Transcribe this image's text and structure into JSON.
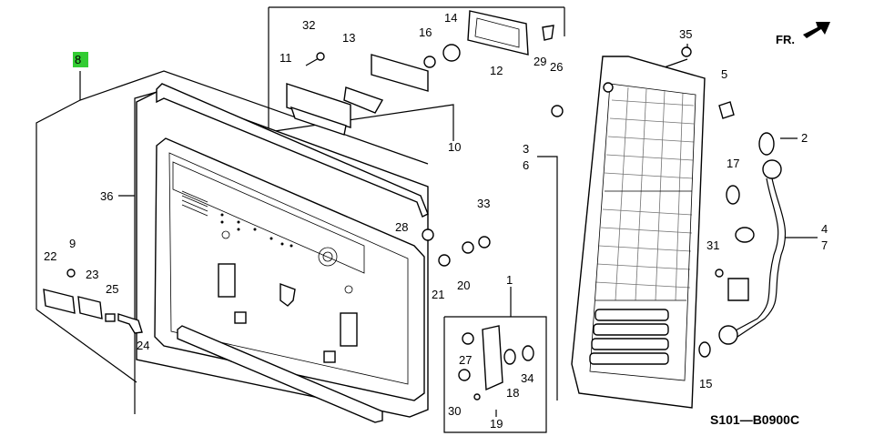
{
  "diagram": {
    "highlight_color": "#33cc33",
    "direction_label": "FR.",
    "code": "S101—B0900C",
    "labels": {
      "p1": "1",
      "p2": "2",
      "p3": "3",
      "p4": "4",
      "p5": "5",
      "p6": "6",
      "p7": "7",
      "p8": "8",
      "p9": "9",
      "p10": "10",
      "p11": "11",
      "p12": "12",
      "p13": "13",
      "p14": "14",
      "p15": "15",
      "p16": "16",
      "p17": "17",
      "p18": "18",
      "p19": "19",
      "p20": "20",
      "p21": "21",
      "p22": "22",
      "p23": "23",
      "p24": "24",
      "p25": "25",
      "p26": "26",
      "p27": "27",
      "p28": "28",
      "p29": "29",
      "p30": "30",
      "p31": "31",
      "p32": "32",
      "p33": "33",
      "p34": "34",
      "p35": "35",
      "p36": "36"
    }
  }
}
